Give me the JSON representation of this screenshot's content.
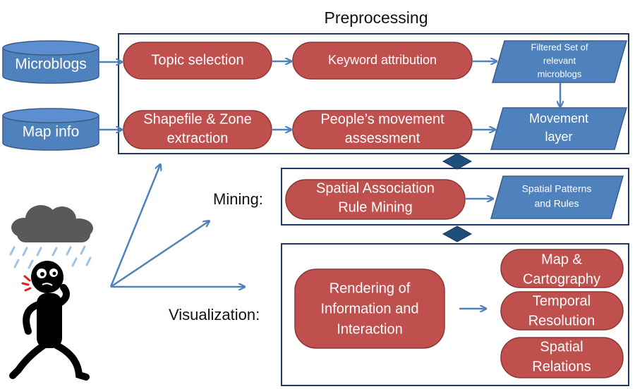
{
  "sections": {
    "preprocessing": "Preprocessing",
    "mining": "Mining:",
    "visualization": "Visualization:"
  },
  "sources": {
    "microblogs": "Microblogs",
    "map_info": "Map info"
  },
  "preprocessing": {
    "topic_selection": "Topic selection",
    "keyword_attribution": "Keyword attribution",
    "filtered_set": [
      "Filtered Set of",
      "relevant",
      "microblogs"
    ],
    "shapefile": [
      "Shapefile & Zone",
      "extraction"
    ],
    "movement_assessment": [
      "People’s movement",
      "assessment"
    ],
    "movement_layer": [
      "Movement",
      "layer"
    ]
  },
  "mining": {
    "rule_mining": [
      "Spatial Association",
      "Rule Mining"
    ],
    "patterns": [
      "Spatial Patterns",
      "and Rules"
    ]
  },
  "visualization": {
    "rendering": [
      "Rendering of",
      "Information and",
      "Interaction"
    ],
    "map_cartography": [
      "Map &",
      "Cartography"
    ],
    "temporal_resolution": [
      "Temporal",
      "Resolution"
    ],
    "spatial_relations": [
      "Spatial",
      "Relations"
    ]
  },
  "colors": {
    "box_red": "#c0504d",
    "box_red_border": "#8c3836",
    "shape_blue": "#4f81bd",
    "shape_blue_border": "#385d8a",
    "frame": "#1f3864",
    "diamond": "#1f4e79"
  }
}
